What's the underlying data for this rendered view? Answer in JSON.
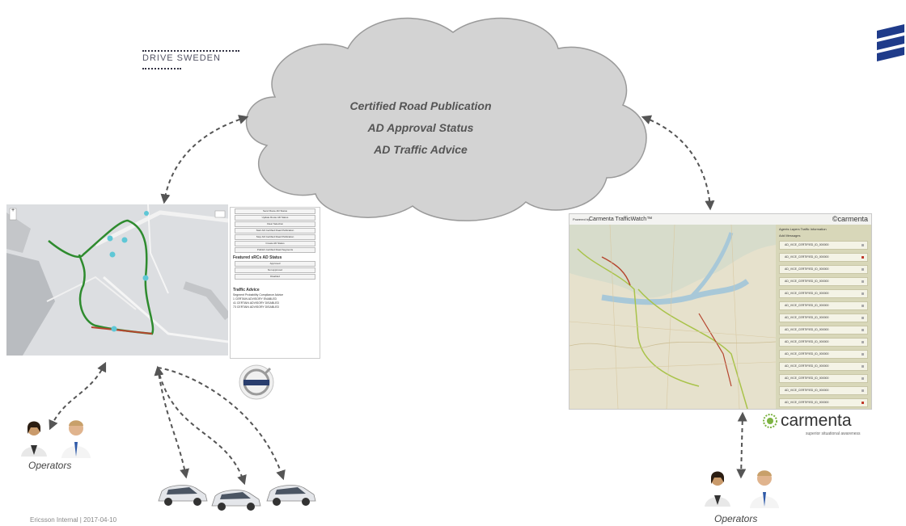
{
  "header": {
    "drive_sweden_logo": "DRIVE SWEDEN",
    "ericsson_logo": "ericsson-logo-icon"
  },
  "cloud": {
    "items": [
      "Certified Road Publication",
      "AD Approval Status",
      "AD Traffic Advice"
    ]
  },
  "left_app": {
    "panel": {
      "buttons": [
        "Send Route AD Status",
        "Update Route AD Status",
        "Clear Selection",
        "Start AD Certified Road Publication",
        "Stop AD Certified Road Publication",
        "Create AD Status",
        "Publish Certified Road Segments"
      ],
      "status_title": "Featured sRCs AD Status",
      "status_buttons": [
        "Approved",
        "Not approved",
        "Disabled"
      ],
      "advice_title": "Traffic Advice",
      "advice_header": [
        "Segment",
        "Probability",
        "Compliance",
        "Advice"
      ],
      "advice_rows": [
        [
          "1",
          "CERTAIN",
          "ADVISORY",
          "ENABLED"
        ],
        [
          "41",
          "CERTAIN",
          "ADVISORY",
          "DISABLED"
        ],
        [
          "73",
          "CERTAIN",
          "ADVISORY",
          "DISABLED"
        ]
      ]
    },
    "map_zoom_label": "+"
  },
  "right_app": {
    "title_small": "Powered by",
    "title": "Carmenta TrafficWatch™",
    "brand": "©carmenta",
    "toolbar": [
      "Agents",
      "Layers",
      "Traffic Information"
    ],
    "toolbar_button": "Add Messages",
    "list_item_label": "AD_VICE_CERTIFIED_ID_000000",
    "list_items": [
      {
        "marker": "grey"
      },
      {
        "marker": "red"
      },
      {
        "marker": "grey"
      },
      {
        "marker": "grey"
      },
      {
        "marker": "grey"
      },
      {
        "marker": "grey"
      },
      {
        "marker": "grey"
      },
      {
        "marker": "grey"
      },
      {
        "marker": "grey"
      },
      {
        "marker": "grey"
      },
      {
        "marker": "grey"
      },
      {
        "marker": "grey"
      },
      {
        "marker": "grey"
      },
      {
        "marker": "red"
      }
    ]
  },
  "carmenta_brand": {
    "word": "carmenta",
    "tagline": "superior situational awareness"
  },
  "operators_left": "Operators",
  "operators_right": "Operators",
  "footer": "Ericsson Internal  |  2017-04-10",
  "colors": {
    "cloud_fill": "#d0d0d0",
    "route_green": "#2e8b2e",
    "route_red": "#b5452e",
    "ericsson_blue": "#1f3b8a"
  }
}
